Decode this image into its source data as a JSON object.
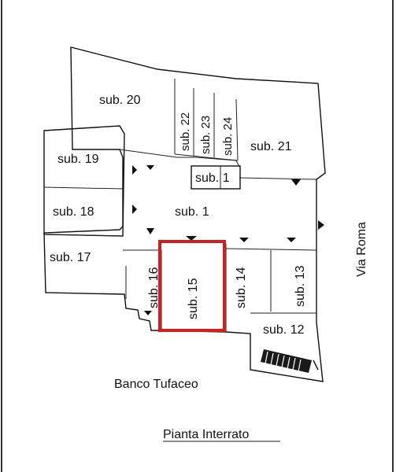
{
  "rooms": {
    "sub20": "sub. 20",
    "sub22": "sub. 22",
    "sub23": "sub. 23",
    "sub24": "sub. 24",
    "sub21": "sub. 21",
    "sub19": "sub. 19",
    "sub1_small": "sub. 1",
    "sub1": "sub. 1",
    "sub18": "sub. 18",
    "sub17": "sub. 17",
    "sub16": "sub. 16",
    "sub15": "sub. 15",
    "sub14": "sub. 14",
    "sub13": "sub. 13",
    "sub12": "sub. 12"
  },
  "labels": {
    "street": "Via Roma",
    "ground": "Banco Tufaceo",
    "plan_title": "Pianta Interrato"
  },
  "highlight": {
    "room": "sub. 15",
    "color": "#d0201b"
  }
}
